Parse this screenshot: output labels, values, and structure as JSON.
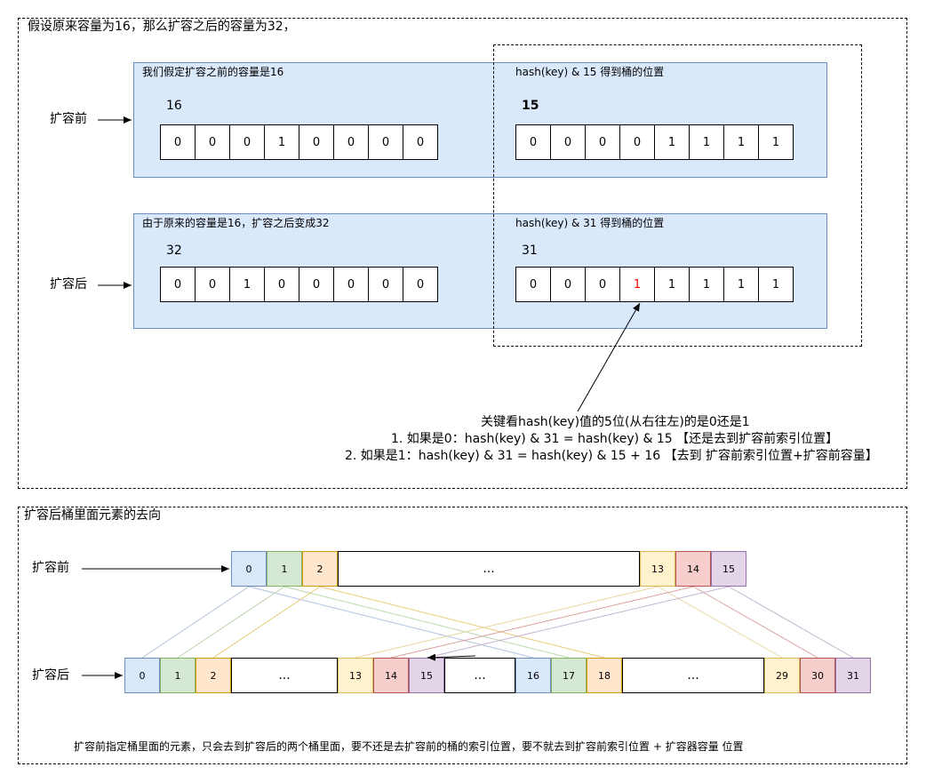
{
  "top": {
    "title": "假设原来容量为16，那么扩容之后的容量为32，",
    "before_label": "扩容前",
    "after_label": "扩容后",
    "panel_before_left": "我们假定扩容之前的容量是16",
    "panel_before_right": "hash(key) & 15 得到桶的位置",
    "panel_after_left": "由于原来的容量是16，扩容之后变成32",
    "panel_after_right": "hash(key) & 31 得到桶的位置",
    "num_16": "16",
    "num_15": "15",
    "num_32": "32",
    "num_31": "31",
    "bits_16": [
      "0",
      "0",
      "0",
      "1",
      "0",
      "0",
      "0",
      "0"
    ],
    "bits_15": [
      "0",
      "0",
      "0",
      "0",
      "1",
      "1",
      "1",
      "1"
    ],
    "bits_32": [
      "0",
      "0",
      "1",
      "0",
      "0",
      "0",
      "0",
      "0"
    ],
    "bits_31": [
      "0",
      "0",
      "0",
      "1",
      "1",
      "1",
      "1",
      "1"
    ],
    "highlight_color": "#ff0000",
    "note_line1": "关键看hash(key)值的5位(从右往左)的是0还是1",
    "note_line2": "1. 如果是0：hash(key) & 31 = hash(key) & 15 【还是去到扩容前索引位置】",
    "note_line3": "2. 如果是1：hash(key) & 31 = hash(key) & 15 + 16 【去到 扩容前索引位置+扩容前容量】"
  },
  "bottom": {
    "title": "扩容后桶里面元素的去向",
    "before_label": "扩容前",
    "after_label": "扩容后",
    "before_buckets": [
      "0",
      "1",
      "2",
      "...",
      "13",
      "14",
      "15"
    ],
    "after_buckets": [
      "0",
      "1",
      "2",
      "...",
      "13",
      "14",
      "15",
      "...",
      "16",
      "17",
      "18",
      "...",
      "29",
      "30",
      "31"
    ],
    "footer": "扩容前指定桶里面的元素，只会去到扩容后的两个桶里面，要不还是去扩容前的桶的索引位置，要不就去到扩容前索引位置 + 扩容器容量 位置"
  },
  "colors": {
    "blue": "#dae8fc",
    "green": "#d5e8d4",
    "orange": "#ffe6cc",
    "yellow": "#fff2cc",
    "red": "#f8cecc",
    "purple": "#e1d5e7"
  }
}
